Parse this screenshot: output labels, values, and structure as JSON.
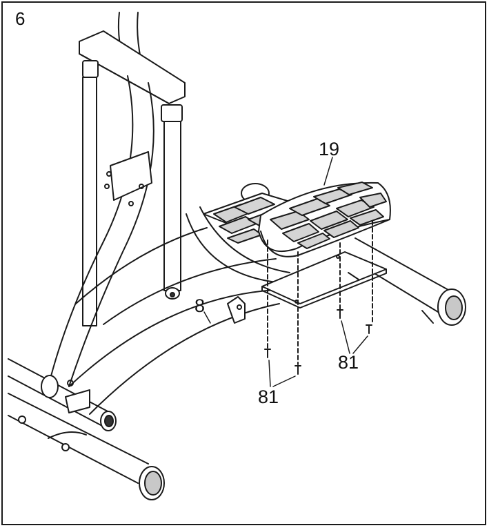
{
  "step": {
    "number": "6"
  },
  "callouts": {
    "pedal": "19",
    "frame": "8",
    "screws_right": "81",
    "screws_left": "81"
  },
  "colors": {
    "line": "#1a1a1a",
    "pad": "#d4d4d4",
    "background": "#ffffff"
  },
  "icons": [
    "elliptical-frame-illustration",
    "pedal-illustration",
    "pedal-plate-illustration",
    "screw-icon"
  ]
}
